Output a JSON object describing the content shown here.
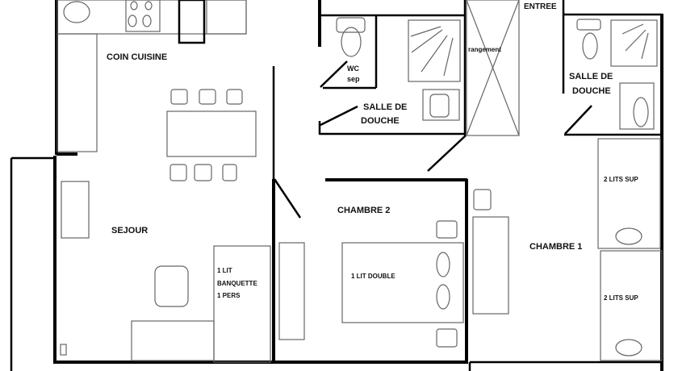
{
  "plan": {
    "rooms": {
      "kitchen": "COIN CUISINE",
      "living": "SEJOUR",
      "bedroom2": "CHAMBRE 2",
      "bedroom1": "CHAMBRE 1",
      "wc_line1": "WC",
      "wc_line2": "sep",
      "bath_left_line1": "SALLE DE",
      "bath_left_line2": "DOUCHE",
      "bath_right_line1": "SALLE DE",
      "bath_right_line2": "DOUCHE",
      "storage": "rangement",
      "entrance": "ENTREE"
    },
    "furniture": {
      "sofa_bed_line1": "1 LIT",
      "sofa_bed_line2": "BANQUETTE",
      "sofa_bed_line3": "1 PERS",
      "double_bed": "1 LIT DOUBLE",
      "extra_beds_top": "2 LITS SUP",
      "extra_beds_bottom": "2 LITS SUP"
    }
  }
}
